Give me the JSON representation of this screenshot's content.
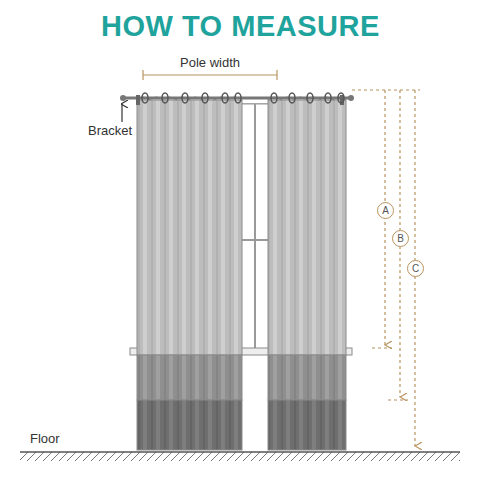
{
  "diagram": {
    "title": "HOW TO MEASURE",
    "nodes": [
      {
        "text": [
          "A"
        ]
      },
      {
        "text": [
          "B"
        ]
      },
      {
        "text": [
          "C"
        ]
      }
    ],
    "labels": [
      "Pole width",
      "Bracket",
      "Floor"
    ]
  }
}
